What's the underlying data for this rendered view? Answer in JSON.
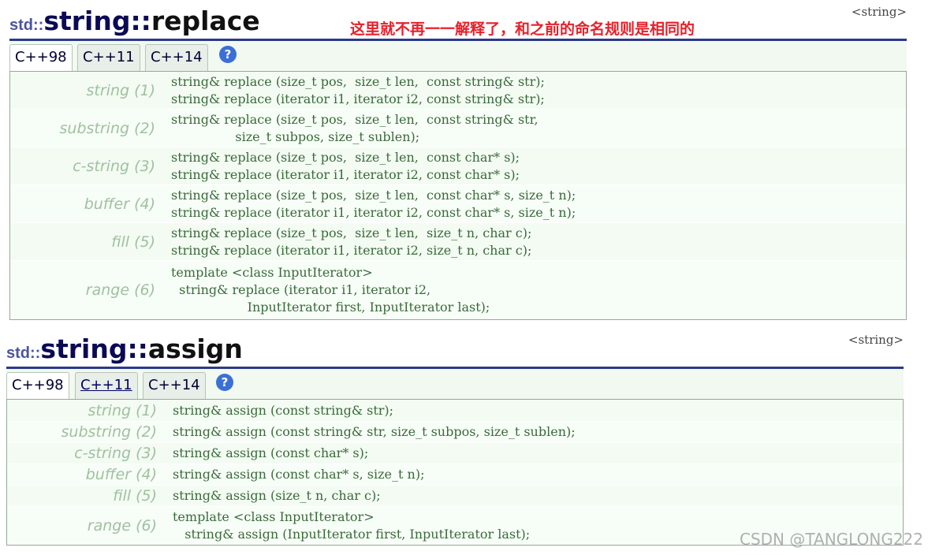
{
  "replace": {
    "title": {
      "ns": "std::",
      "cls": "string",
      "sep": "::",
      "fn": "replace"
    },
    "header": "<string>",
    "annotation": "这里就不再一一解释了，和之前的命名规则是相同的",
    "tabs": [
      "C++98",
      "C++11",
      "C++14"
    ],
    "help": "?",
    "rows": [
      {
        "label": "string (1)",
        "lines": [
          "string& replace (size_t pos,  size_t len,  const string& str);",
          "string& replace (iterator i1, iterator i2, const string& str);"
        ]
      },
      {
        "label": "substring (2)",
        "lines": [
          "string& replace (size_t pos,  size_t len,  const string& str,",
          "                size_t subpos, size_t sublen);"
        ]
      },
      {
        "label": "c-string (3)",
        "lines": [
          "string& replace (size_t pos,  size_t len,  const char* s);",
          "string& replace (iterator i1, iterator i2, const char* s);"
        ]
      },
      {
        "label": "buffer (4)",
        "lines": [
          "string& replace (size_t pos,  size_t len,  const char* s, size_t n);",
          "string& replace (iterator i1, iterator i2, const char* s, size_t n);"
        ]
      },
      {
        "label": "fill (5)",
        "lines": [
          "string& replace (size_t pos,  size_t len,  size_t n, char c);",
          "string& replace (iterator i1, iterator i2, size_t n, char c);"
        ]
      },
      {
        "label": "range (6)",
        "lines": [
          "template <class InputIterator>",
          "  string& replace (iterator i1, iterator i2,",
          "                   InputIterator first, InputIterator last);"
        ]
      }
    ]
  },
  "assign": {
    "title": {
      "ns": "std::",
      "cls": "string",
      "sep": "::",
      "fn": "assign"
    },
    "header": "<string>",
    "tabs": [
      "C++98",
      "C++11",
      "C++14"
    ],
    "help": "?",
    "rows": [
      {
        "label": "string (1)",
        "lines": [
          "string& assign (const string& str);"
        ]
      },
      {
        "label": "substring (2)",
        "lines": [
          "string& assign (const string& str, size_t subpos, size_t sublen);"
        ]
      },
      {
        "label": "c-string (3)",
        "lines": [
          "string& assign (const char* s);"
        ]
      },
      {
        "label": "buffer (4)",
        "lines": [
          "string& assign (const char* s, size_t n);"
        ]
      },
      {
        "label": "fill (5)",
        "lines": [
          "string& assign (size_t n, char c);"
        ]
      },
      {
        "label": "range (6)",
        "lines": [
          "template <class InputIterator>",
          "   string& assign (InputIterator first, InputIterator last);"
        ]
      }
    ]
  },
  "watermark": "CSDN @TANGLONG222"
}
